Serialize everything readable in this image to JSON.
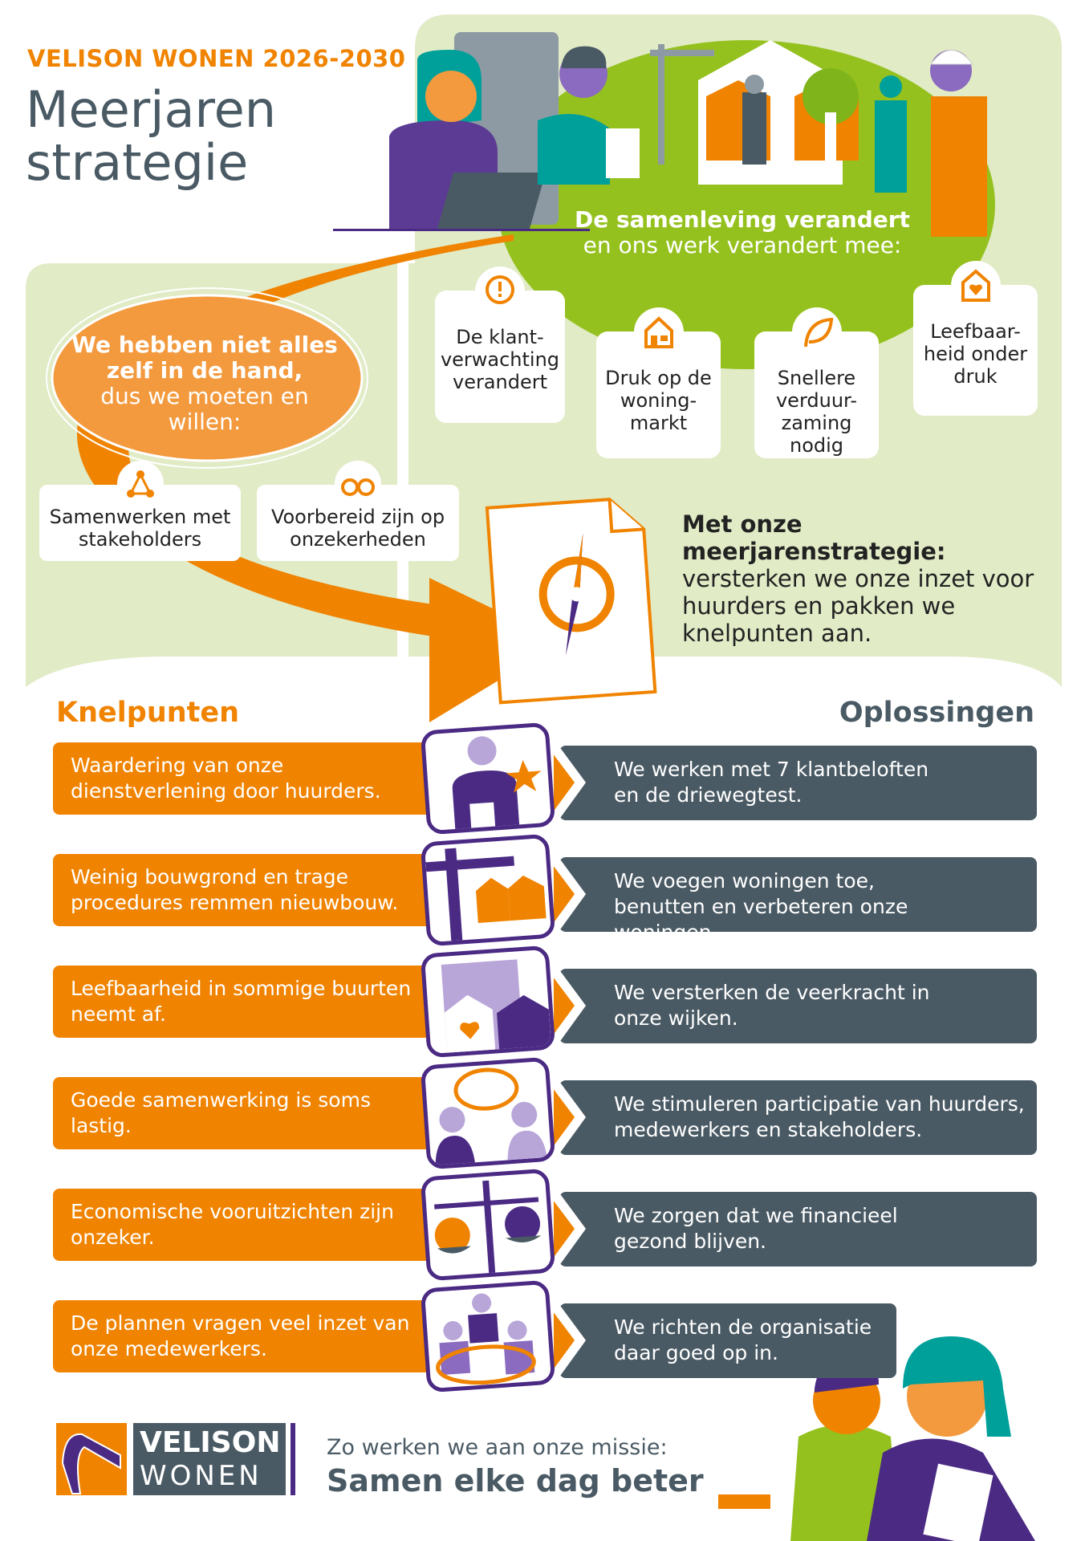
{
  "header": {
    "kicker": "VELISON WONEN 2026-2030",
    "title_line1": "Meerjaren",
    "title_line2": "strategie"
  },
  "society": {
    "heading_bold": "De samenleving verandert",
    "heading_rest": "en ons werk verandert mee:",
    "cards": [
      {
        "label": "De klant-verwachting verandert",
        "icon": "exclamation-speech-icon"
      },
      {
        "label": "Druk op de woning-markt",
        "icon": "house-icon"
      },
      {
        "label": "Snellere verduur-zaming nodig",
        "icon": "leaf-icon"
      },
      {
        "label": "Leefbaar-heid onder druk",
        "icon": "heart-house-icon"
      }
    ]
  },
  "control": {
    "bold": "We hebben niet alles zelf in de hand,",
    "rest": "dus we moeten en willen:",
    "cards": [
      {
        "label": "Samenwerken met stakeholders",
        "icon": "network-icon"
      },
      {
        "label": "Voorbereid zijn op onzekerheden",
        "icon": "binoculars-icon"
      }
    ]
  },
  "strategy": {
    "bold": "Met onze meerjarenstrategie:",
    "text": "versterken we onze inzet voor huurders en pakken we knelpunten aan."
  },
  "sections": {
    "left": "Knelpunten",
    "right": "Oplossingen"
  },
  "rows": [
    {
      "problem": "Waardering van onze dienstverlening door huurders.",
      "solution": "We werken met 7 klantbeloften en de driewegtest.",
      "icon": "thumbs-up-star-icon"
    },
    {
      "problem": "Weinig bouwgrond en trage procedures remmen nieuwbouw.",
      "solution": "We voegen woningen toe, benutten en verbeteren onze woningen.",
      "icon": "crane-houses-icon"
    },
    {
      "problem": "Leefbaarheid in sommige buurten neemt af.",
      "solution": "We versterken de veerkracht in onze wijken.",
      "icon": "neighbourhood-heart-icon"
    },
    {
      "problem": "Goede samenwerking is soms lastig.",
      "solution": "We stimuleren participatie van huurders, medewerkers en stakeholders.",
      "icon": "conversation-icon"
    },
    {
      "problem": "Economische vooruitzichten zijn onzeker.",
      "solution": "We zorgen dat we financieel gezond blijven.",
      "icon": "scales-euro-icon"
    },
    {
      "problem": "De plannen vragen veel inzet van onze medewerkers.",
      "solution": "We richten de organisatie daar goed op in.",
      "icon": "team-icon"
    }
  ],
  "footer": {
    "logo_line1": "VELISON",
    "logo_line2": "WONEN",
    "tagline1": "Zo werken we aan onze missie:",
    "tagline2": "Samen elke dag beter"
  },
  "colors": {
    "orange": "#f08300",
    "green": "#95c11f",
    "light_green": "#e1ebc6",
    "slate": "#4a5a64",
    "purple": "#4b2a84"
  }
}
